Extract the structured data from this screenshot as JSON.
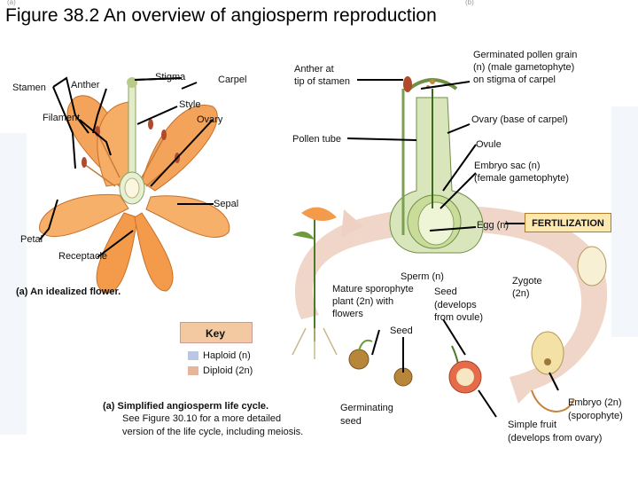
{
  "title": "Figure 38.2 An overview of angiosperm reproduction",
  "panel_a_caption": "(a)  An idealized flower.",
  "panel_b_caption_line1": "(a)  Simplified angiosperm life cycle.",
  "panel_b_caption_line2": "See Figure 30.10 for a more detailed",
  "panel_b_caption_line3": "version of the life cycle, including meiosis.",
  "flower_labels": {
    "stamen": "Stamen",
    "anther": "Anther",
    "stigma": "Stigma",
    "carpel": "Carpel",
    "style": "Style",
    "filament": "Filament",
    "ovary": "Ovary",
    "sepal": "Sepal",
    "petal": "Petal",
    "receptacle": "Receptacle"
  },
  "cycle_labels": {
    "anther_tip_line1": "Anther at",
    "anther_tip_line2": "tip of stamen",
    "germ_pollen_line1": "Germinated pollen grain",
    "germ_pollen_line2": "(n) (male gametophyte)",
    "germ_pollen_line3": "on stigma of carpel",
    "ovary_base": "Ovary (base of carpel)",
    "pollen_tube": "Pollen tube",
    "ovule": "Ovule",
    "embryo_sac_line1": "Embryo sac (n)",
    "embryo_sac_line2": "(female gametophyte)",
    "egg": "Egg (n)",
    "fertilization": "FERTILIZATION",
    "sperm": "Sperm (n)",
    "mature_line1": "Mature sporophyte",
    "mature_line2": "plant (2n) with",
    "mature_line3": "flowers",
    "seed_develops_line1": "Seed",
    "seed_develops_line2": "(develops",
    "seed_develops_line3": "from ovule)",
    "zygote_line1": "Zygote",
    "zygote_line2": "(2n)",
    "seed": "Seed",
    "germinating_line1": "Germinating",
    "germinating_line2": "seed",
    "embryo_line1": "Embryo (2n)",
    "embryo_line2": "(sporophyte)",
    "simple_fruit_line1": "Simple fruit",
    "simple_fruit_line2": "(develops from ovary)"
  },
  "key": {
    "title": "Key",
    "haploid": "Haploid (n)",
    "diploid": "Diploid (2n)",
    "haploid_color": "#b9c7e4",
    "diploid_color": "#e7b59b"
  }
}
